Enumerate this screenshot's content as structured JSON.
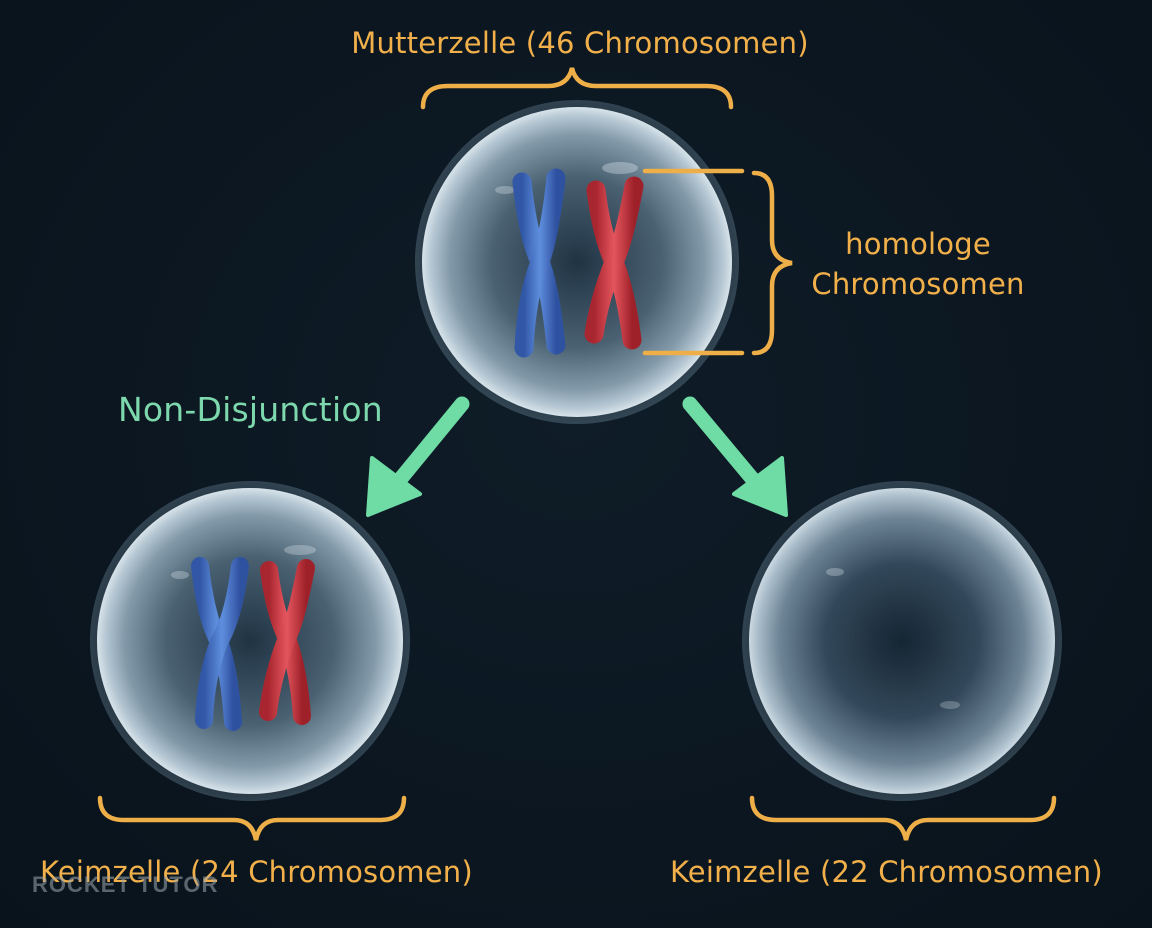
{
  "labels": {
    "mother_cell": "Mutterzelle (46 Chromosomen)",
    "homologous_line1": "homologe",
    "homologous_line2": "Chromosomen",
    "non_disjunction": "Non-Disjunction",
    "left_germ_cell": "Keimzelle (24 Chromosomen)",
    "right_germ_cell": "Keimzelle (22 Chromosomen)"
  },
  "watermark": "ROCKET TUTOR",
  "colors": {
    "background": "#0b1620",
    "label_orange": "#f2b04a",
    "label_green": "#7dd9ad",
    "arrow_green": "#6fdca6",
    "brace_orange": "#eeae48",
    "chromosome_blue": "#4b78c9",
    "chromosome_red": "#cf3d46",
    "watermark": "#9ea8b0"
  },
  "icons": {
    "cell": "cell-sphere-icon",
    "chromosome": "x-chromosome-icon",
    "arrow": "arrow-down-icon",
    "brace": "curly-brace-icon"
  }
}
